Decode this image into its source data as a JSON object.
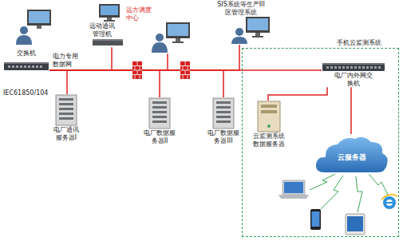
{
  "diagram": {
    "nodes": [
      {
        "text": [
          "交换机"
        ]
      },
      {
        "text": [
          "远动通讯管理机"
        ]
      },
      {
        "text": [
          "远方调度中心"
        ]
      },
      {
        "text": [
          "SIS系统等生产III区管理系统"
        ]
      },
      {
        "text": [
          "电厂通讯服务器I"
        ]
      },
      {
        "text": [
          "电厂数据服务器II"
        ]
      },
      {
        "text": [
          "电厂数据服务器III"
        ]
      },
      {
        "text": [
          "手机云监测系统"
        ]
      },
      {
        "text": [
          "电厂内外网交换机"
        ],
        "in": 7
      },
      {
        "text": [
          "云监测系统数据服务器"
        ],
        "in": 7
      },
      {
        "text": [
          "云服务器"
        ],
        "in": 7
      }
    ],
    "edges": [
      {
        "from": 0,
        "to": 4,
        "arrow": "none"
      },
      {
        "from": 0,
        "to": 1,
        "arrow": "none"
      },
      {
        "from": 0,
        "to": 2,
        "arrow": "none"
      },
      {
        "from": 0,
        "to": 5,
        "arrow": "none"
      },
      {
        "from": 0,
        "to": 6,
        "arrow": "none"
      },
      {
        "from": 0,
        "to": 3,
        "arrow": "none"
      },
      {
        "from": 0,
        "to": 8,
        "arrow": "none"
      },
      {
        "from": 8,
        "to": 9,
        "arrow": "none"
      },
      {
        "from": 8,
        "to": 10,
        "arrow": "none"
      }
    ],
    "labels": [
      "电力专用数据网",
      "IEC61850/104"
    ]
  }
}
